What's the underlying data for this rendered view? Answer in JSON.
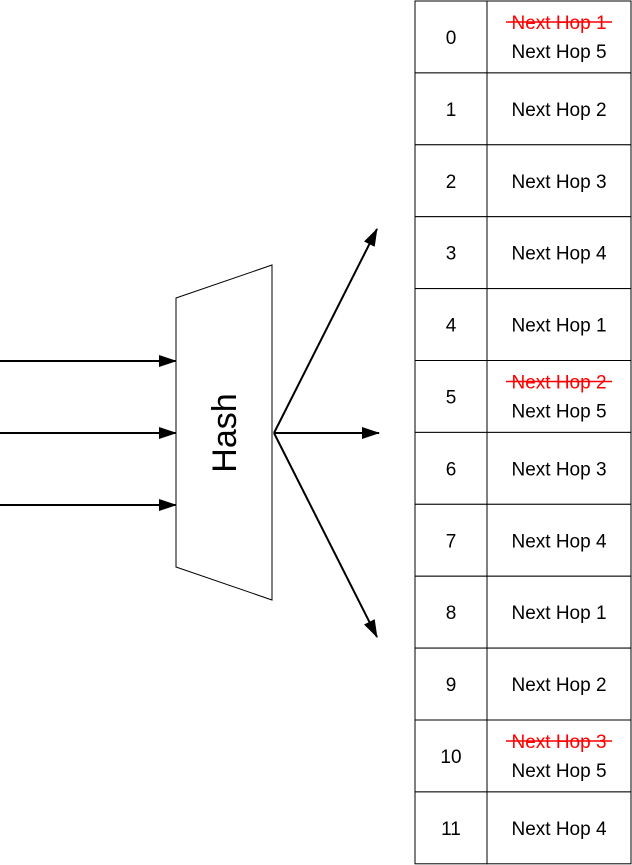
{
  "hash_label": "Hash",
  "colors": {
    "line": "#000000",
    "struck": "#ff0000",
    "background": "#ffffff"
  },
  "table_rows": [
    {
      "index": "0",
      "old_hop": "Next Hop 1",
      "hop": "Next Hop 5"
    },
    {
      "index": "1",
      "hop": "Next Hop 2"
    },
    {
      "index": "2",
      "hop": "Next Hop 3"
    },
    {
      "index": "3",
      "hop": "Next Hop 4"
    },
    {
      "index": "4",
      "hop": "Next Hop 1"
    },
    {
      "index": "5",
      "old_hop": "Next Hop 2",
      "hop": "Next Hop 5"
    },
    {
      "index": "6",
      "hop": "Next Hop 3"
    },
    {
      "index": "7",
      "hop": "Next Hop 4"
    },
    {
      "index": "8",
      "hop": "Next Hop 1"
    },
    {
      "index": "9",
      "hop": "Next Hop 2"
    },
    {
      "index": "10",
      "old_hop": "Next Hop 3",
      "hop": "Next Hop 5"
    },
    {
      "index": "11",
      "hop": "Next Hop 4"
    }
  ]
}
